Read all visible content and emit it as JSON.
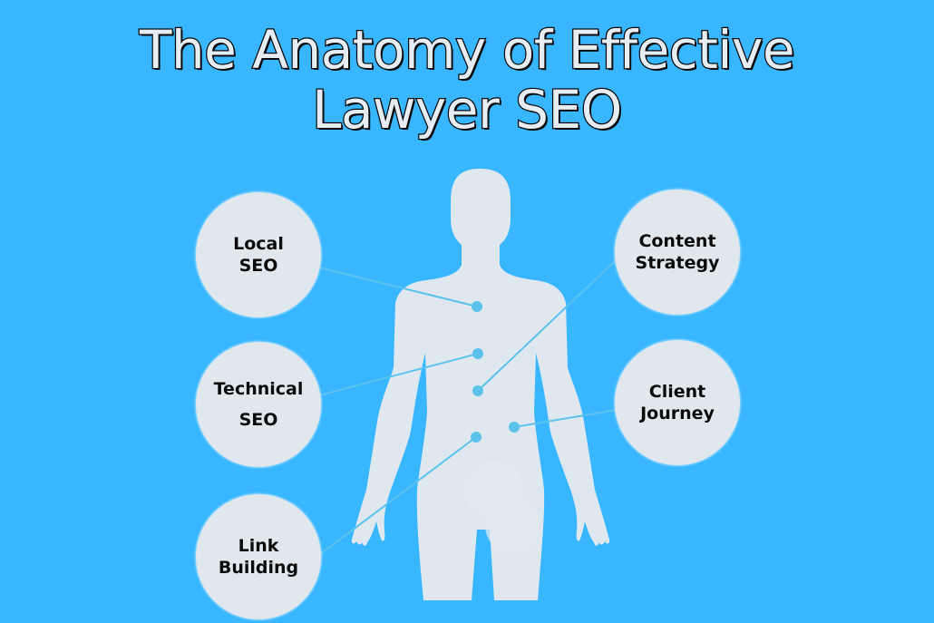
{
  "title": {
    "line1": "The Anatomy of Effective",
    "line2": "Lawyer SEO"
  },
  "colors": {
    "background": "#38B6FF",
    "body": "#DFE8EE",
    "node_fill": "#E0E8EE",
    "connector": "#5BC2EC",
    "text": "#0B0B0B"
  },
  "nodes": [
    {
      "id": "local-seo",
      "line1": "Local",
      "line2": "SEO",
      "side": "left"
    },
    {
      "id": "technical-seo",
      "line1": "Technical",
      "line2": "SEO",
      "side": "left"
    },
    {
      "id": "link-building",
      "line1": "Link",
      "line2": "Building",
      "side": "left"
    },
    {
      "id": "content-strategy",
      "line1": "Content",
      "line2": "Strategy",
      "side": "right"
    },
    {
      "id": "client-journey",
      "line1": "Client",
      "line2": "Journey",
      "side": "right"
    }
  ]
}
